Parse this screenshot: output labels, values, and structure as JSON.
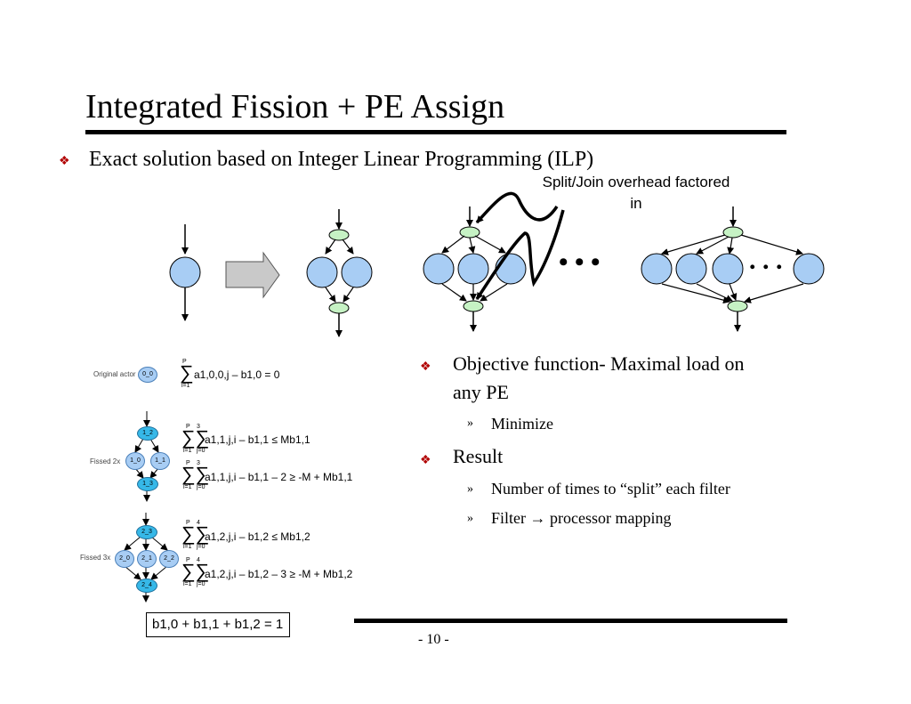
{
  "slide": {
    "title": "Integrated Fission + PE Assign",
    "bullet_main": "Exact solution based on Integer Linear Programming (ILP)",
    "callout": "Split/Join overhead factored in",
    "ellipsis": "• • •",
    "ellipsis2": ". . .",
    "right_points": [
      {
        "text_line1": "Objective function- Maximal load on",
        "text_line2": "any PE",
        "subs": [
          "Minimize"
        ]
      },
      {
        "text_line1": "Result",
        "text_line2": "",
        "subs": [
          "Number of times to “split” each filter",
          "Filter → processor mapping"
        ]
      }
    ],
    "page_number": "- 10 -",
    "colors": {
      "bullet": "#b10000",
      "node_fill": "#a8cdf4",
      "split_join_fill": "#c6f2c4",
      "ilp_node": "#a8cdf4",
      "ilp_split": "#36b8e8"
    }
  },
  "ilp": {
    "labels": {
      "original": "Original actor",
      "fissed2": "Fissed 2x",
      "fissed3": "Fissed 3x"
    },
    "nodes": {
      "n00": "0_0",
      "n12": "1_2",
      "n10": "1_0",
      "n11": "1_1",
      "n13": "1_3",
      "n23": "2_3",
      "n20": "2_0",
      "n21": "2_1",
      "n22": "2_2",
      "n24": "2_4"
    },
    "eq1": "a1,0,0,j – b1,0 = 0",
    "eq2": "a1,1,j,i – b1,1  ≤ Mb1,1",
    "eq3": "a1,1,j,i – b1,1 – 2 ≥ -M + Mb1,1",
    "eq4": "a1,2,j,i – b1,2 ≤ Mb1,2",
    "eq5": "a1,2,j,i – b1,2 – 3 ≥ -M + Mb1,2",
    "limits": {
      "P": "P",
      "i1": "i=1",
      "j0": "j=0",
      "three": "3",
      "four": "4"
    },
    "sum_constraint": "b1,0 + b1,1 + b1,2 = 1"
  }
}
